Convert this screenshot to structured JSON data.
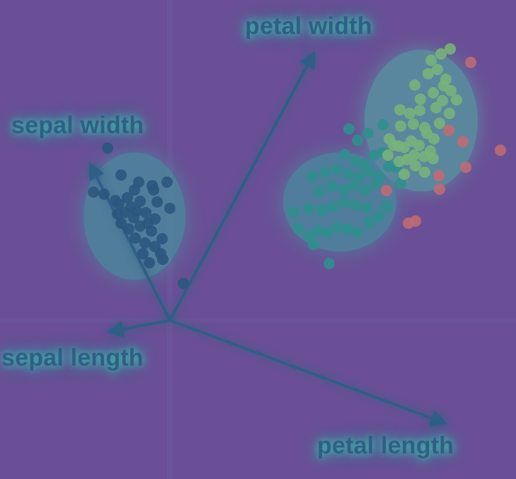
{
  "chart_data": {
    "type": "scatter",
    "axes": [
      {
        "name": "sepal length",
        "label": "sepal length"
      },
      {
        "name": "sepal width",
        "label": "sepal width"
      },
      {
        "name": "petal length",
        "label": "petal length"
      },
      {
        "name": "petal width",
        "label": "petal width"
      }
    ],
    "series": [
      {
        "color": "#2b567e",
        "points": [
          [
            152,
            209
          ],
          [
            171,
            247
          ],
          [
            196,
            257
          ],
          [
            215,
            262
          ],
          [
            236,
            257
          ],
          [
            132,
            271
          ],
          [
            147,
            274
          ],
          [
            163,
            283
          ],
          [
            180,
            279
          ],
          [
            190,
            268
          ],
          [
            198,
            284
          ],
          [
            217,
            268
          ],
          [
            222,
            285
          ],
          [
            240,
            294
          ],
          [
            176,
            300
          ],
          [
            189,
            307
          ],
          [
            206,
            300
          ],
          [
            219,
            309
          ],
          [
            171,
            315
          ],
          [
            182,
            323
          ],
          [
            198,
            319
          ],
          [
            214,
            326
          ],
          [
            229,
            337
          ],
          [
            191,
            336
          ],
          [
            205,
            343
          ],
          [
            219,
            348
          ],
          [
            202,
            358
          ],
          [
            211,
            371
          ],
          [
            227,
            358
          ],
          [
            230,
            366
          ],
          [
            259,
            400
          ],
          [
            168,
            288
          ],
          [
            185,
            292
          ],
          [
            166,
            302
          ],
          [
            193,
            298
          ],
          [
            209,
            315
          ]
        ]
      },
      {
        "color": "#2f8f8e",
        "points": [
          [
            493,
            182
          ],
          [
            505,
            198
          ],
          [
            520,
            188
          ],
          [
            541,
            176
          ],
          [
            487,
            218
          ],
          [
            502,
            228
          ],
          [
            515,
            232
          ],
          [
            529,
            219
          ],
          [
            541,
            215
          ],
          [
            441,
            249
          ],
          [
            459,
            243
          ],
          [
            476,
            239
          ],
          [
            492,
            245
          ],
          [
            508,
            249
          ],
          [
            521,
            241
          ],
          [
            535,
            249
          ],
          [
            549,
            235
          ],
          [
            451,
            270
          ],
          [
            469,
            263
          ],
          [
            486,
            268
          ],
          [
            500,
            262
          ],
          [
            516,
            268
          ],
          [
            531,
            259
          ],
          [
            415,
            299
          ],
          [
            436,
            295
          ],
          [
            455,
            297
          ],
          [
            470,
            292
          ],
          [
            486,
            286
          ],
          [
            502,
            289
          ],
          [
            518,
            294
          ],
          [
            546,
            291
          ],
          [
            421,
            322
          ],
          [
            436,
            333
          ],
          [
            449,
            325
          ],
          [
            462,
            329
          ],
          [
            476,
            321
          ],
          [
            491,
            323
          ],
          [
            505,
            328
          ],
          [
            522,
            314
          ],
          [
            535,
            305
          ],
          [
            443,
            345
          ],
          [
            465,
            372
          ],
          [
            566,
            259
          ],
          [
            560,
            236
          ]
        ]
      },
      {
        "color": "#78b27a",
        "points": [
          [
            550,
            196
          ],
          [
            566,
            178
          ],
          [
            571,
            208
          ],
          [
            581,
            199
          ],
          [
            584,
            175
          ],
          [
            593,
            156
          ],
          [
            600,
            180
          ],
          [
            608,
            213
          ],
          [
            613,
            196
          ],
          [
            585,
            219
          ],
          [
            599,
            221
          ],
          [
            603,
            188
          ],
          [
            621,
            174
          ],
          [
            635,
            160
          ],
          [
            637,
            128
          ],
          [
            630,
            112
          ],
          [
            618,
            98
          ],
          [
            605,
            104
          ],
          [
            609,
            85
          ],
          [
            623,
            76
          ],
          [
            636,
            69
          ],
          [
            586,
            120
          ],
          [
            594,
            140
          ],
          [
            612,
            131
          ],
          [
            625,
            142
          ],
          [
            565,
            155
          ],
          [
            579,
            160
          ],
          [
            556,
            205
          ],
          [
            575,
            225
          ],
          [
            587,
            234
          ],
          [
            600,
            243
          ],
          [
            612,
            224
          ],
          [
            548,
            219
          ],
          [
            564,
            228
          ],
          [
            571,
            246
          ],
          [
            592,
            205
          ],
          [
            563,
            206
          ],
          [
            627,
            121
          ],
          [
            645,
            141
          ],
          [
            616,
            152
          ]
        ]
      },
      {
        "color": "#c06a73",
        "points": [
          [
            665,
            88
          ],
          [
            654,
            200
          ],
          [
            658,
            236
          ],
          [
            707,
            212
          ],
          [
            621,
            267
          ],
          [
            546,
            269
          ],
          [
            577,
            315
          ],
          [
            587,
            312
          ],
          [
            634,
            184
          ],
          [
            620,
            248
          ]
        ]
      }
    ]
  }
}
